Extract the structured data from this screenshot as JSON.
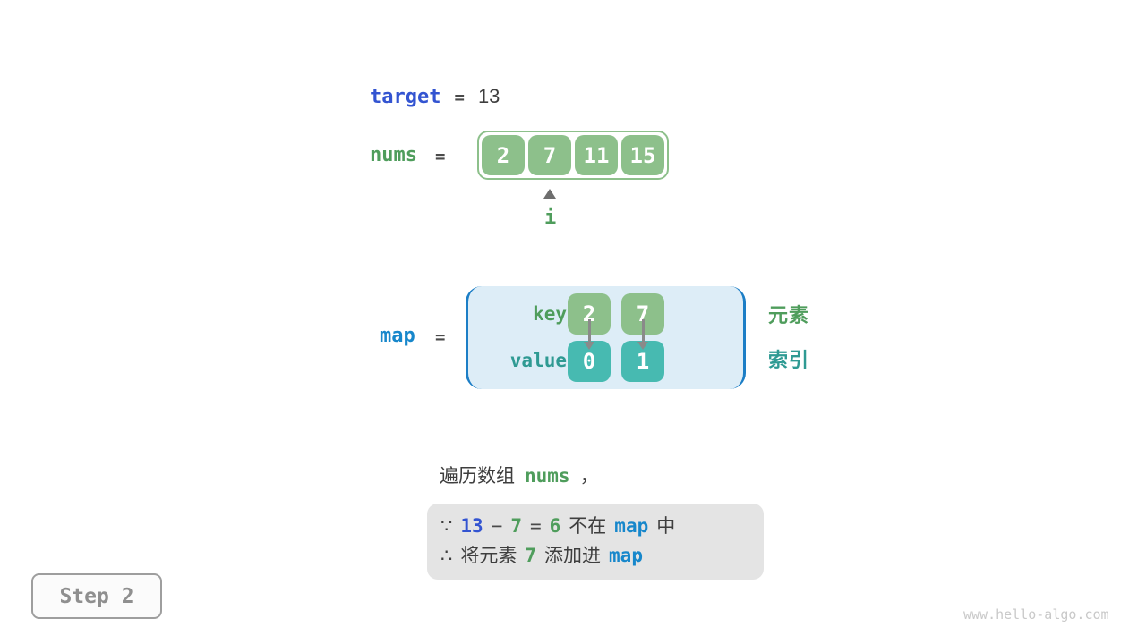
{
  "colors": {
    "royal_blue": "#3354d1",
    "bright_blue": "#1787cb",
    "green_text": "#4f9d5c",
    "green_cell": "#8dc08b",
    "teal_cell": "#47bab1",
    "teal_text": "#2f9a93",
    "dark_text": "#3e3e3e",
    "map_box_bg": "#ddedf7",
    "map_box_border": "#1c7ec6",
    "note_box_bg": "#e4e4e4"
  },
  "target_line": {
    "label": "target",
    "equals": "=",
    "value": "13"
  },
  "nums_line": {
    "label": "nums",
    "equals": "=",
    "cells": [
      "2",
      "7",
      "11",
      "15"
    ],
    "pointer_label": "i"
  },
  "map_line": {
    "label": "map",
    "equals": "=",
    "key_label": "key",
    "value_label": "value",
    "entries": [
      {
        "key": "2",
        "value": "0"
      },
      {
        "key": "7",
        "value": "1"
      }
    ],
    "element_label": "元素",
    "index_label": "索引"
  },
  "caption": {
    "prefix": "遍历数组",
    "code": "nums",
    "suffix": "，"
  },
  "note_box": {
    "line1": [
      {
        "t": "∵"
      },
      {
        "t": "13"
      },
      {
        "t": "−"
      },
      {
        "t": "7"
      },
      {
        "t": "="
      },
      {
        "t": "6"
      },
      {
        "t": "不在"
      },
      {
        "t": "map"
      },
      {
        "t": "中"
      }
    ],
    "line2": [
      {
        "t": "∴"
      },
      {
        "t": "将元素"
      },
      {
        "t": "7"
      },
      {
        "t": "添加进"
      },
      {
        "t": "map"
      }
    ]
  },
  "step_badge": {
    "label": "Step 2"
  },
  "watermark": "www.hello-algo.com"
}
